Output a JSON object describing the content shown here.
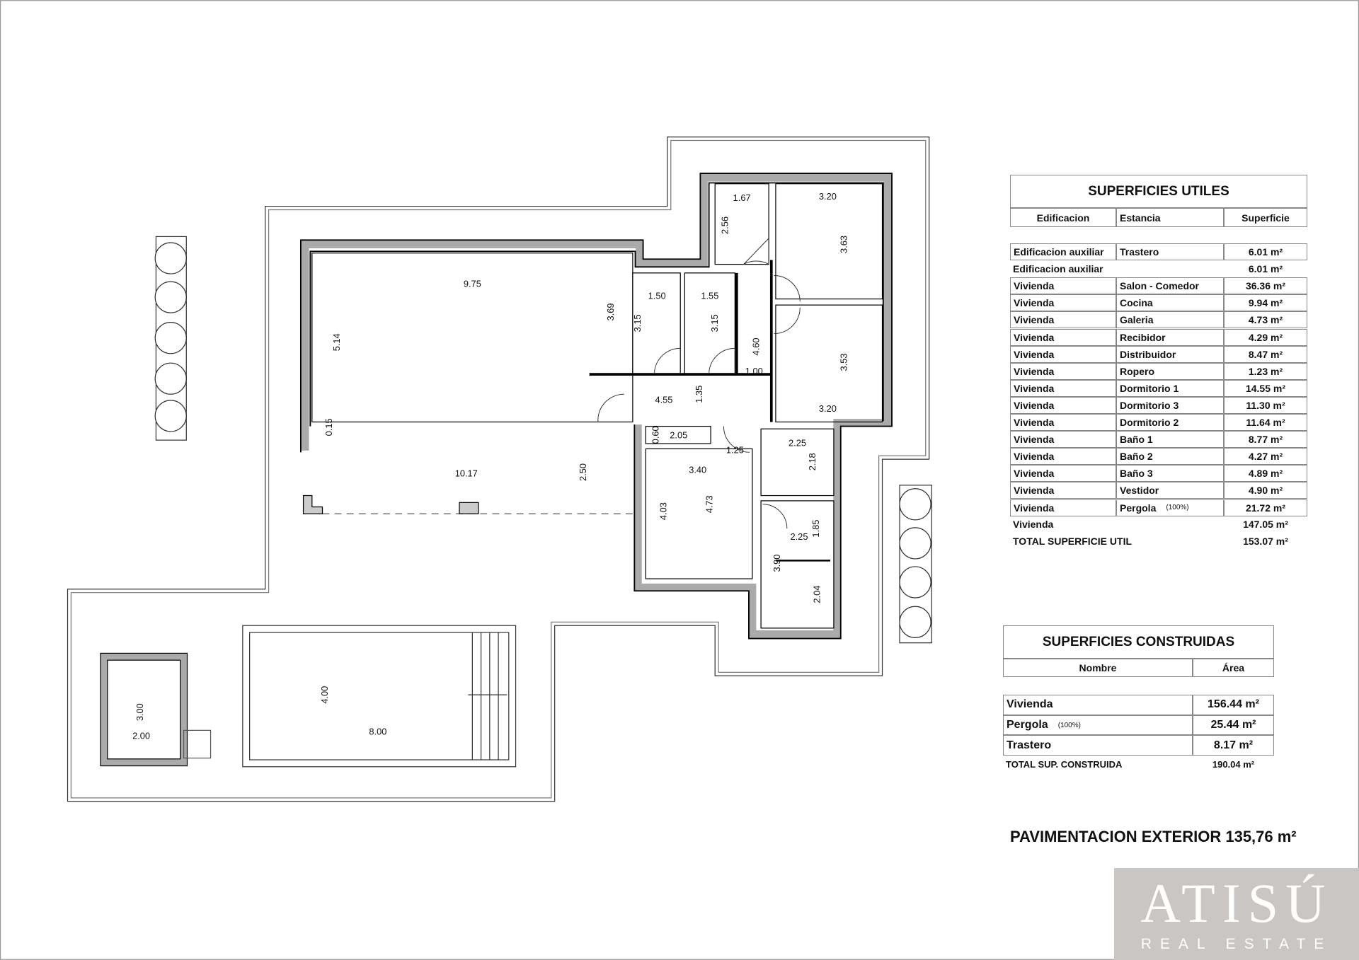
{
  "plan": {
    "dimensions": [
      "9.75",
      "5.14",
      "3.69",
      "3.15",
      "1.50",
      "1.55",
      "3.15",
      "4.60",
      "1.00",
      "4.55",
      "1.35",
      "1.67",
      "2.56",
      "3.20",
      "3.63",
      "3.53",
      "3.20",
      "0.15",
      "0.60",
      "2.05",
      "1.25",
      "2.25",
      "2.18",
      "10.17",
      "2.50",
      "3.40",
      "4.03",
      "4.73",
      "1.85",
      "2.25",
      "3.90",
      "2.04",
      "3.00",
      "2.00",
      "4.00",
      "8.00"
    ]
  },
  "utiles": {
    "title": "SUPERFICIES UTILES",
    "headers": [
      "Edificacion",
      "Estancia",
      "Superficie"
    ],
    "rows": [
      {
        "edif": "Edificacion auxiliar",
        "estancia": "Trastero",
        "sup": "6.01 m²"
      },
      {
        "edif": "Edificacion auxiliar",
        "estancia": "",
        "sup": "6.01 m²"
      },
      {
        "edif": "Vivienda",
        "estancia": "Salon - Comedor",
        "sup": "36.36 m²"
      },
      {
        "edif": "Vivienda",
        "estancia": "Cocina",
        "sup": "9.94 m²"
      },
      {
        "edif": "Vivienda",
        "estancia": "Galeria",
        "sup": "4.73 m²"
      },
      {
        "edif": "Vivienda",
        "estancia": "Recibidor",
        "sup": "4.29 m²"
      },
      {
        "edif": "Vivienda",
        "estancia": "Distribuidor",
        "sup": "8.47 m²"
      },
      {
        "edif": "Vivienda",
        "estancia": "Ropero",
        "sup": "1.23 m²"
      },
      {
        "edif": "Vivienda",
        "estancia": "Dormitorio 1",
        "sup": "14.55 m²"
      },
      {
        "edif": "Vivienda",
        "estancia": "Dormitorio 3",
        "sup": "11.30 m²"
      },
      {
        "edif": "Vivienda",
        "estancia": "Dormitorio 2",
        "sup": "11.64 m²"
      },
      {
        "edif": "Vivienda",
        "estancia": "Baño 1",
        "sup": "8.77 m²"
      },
      {
        "edif": "Vivienda",
        "estancia": "Baño 2",
        "sup": "4.27 m²"
      },
      {
        "edif": "Vivienda",
        "estancia": "Baño 3",
        "sup": "4.89 m²"
      },
      {
        "edif": "Vivienda",
        "estancia": "Vestidor",
        "sup": "4.90 m²"
      },
      {
        "edif": "Vivienda",
        "estancia": "Pergola",
        "note": "(100%)",
        "sup": "21.72 m²"
      }
    ],
    "subtotal": {
      "label": "Vivienda",
      "value": "147.05 m²"
    },
    "total": {
      "label": "TOTAL SUPERFICIE UTIL",
      "value": "153.07 m²"
    }
  },
  "construidas": {
    "title": "SUPERFICIES CONSTRUIDAS",
    "headers": [
      "Nombre",
      "Área"
    ],
    "rows": [
      {
        "name": "Vivienda",
        "value": "156.44 m²"
      },
      {
        "name": "Pergola",
        "note": "(100%)",
        "value": "25.44 m²"
      },
      {
        "name": "Trastero",
        "value": "8.17 m²"
      }
    ],
    "total": {
      "label": "TOTAL SUP. CONSTRUIDA",
      "value": "190.04 m²"
    }
  },
  "pavimentacion": "PAVIMENTACION EXTERIOR 135,76 m²",
  "logo": {
    "name": "ATISÚ",
    "tagline": "REAL ESTATE",
    "bg": "#c9c6c3"
  }
}
